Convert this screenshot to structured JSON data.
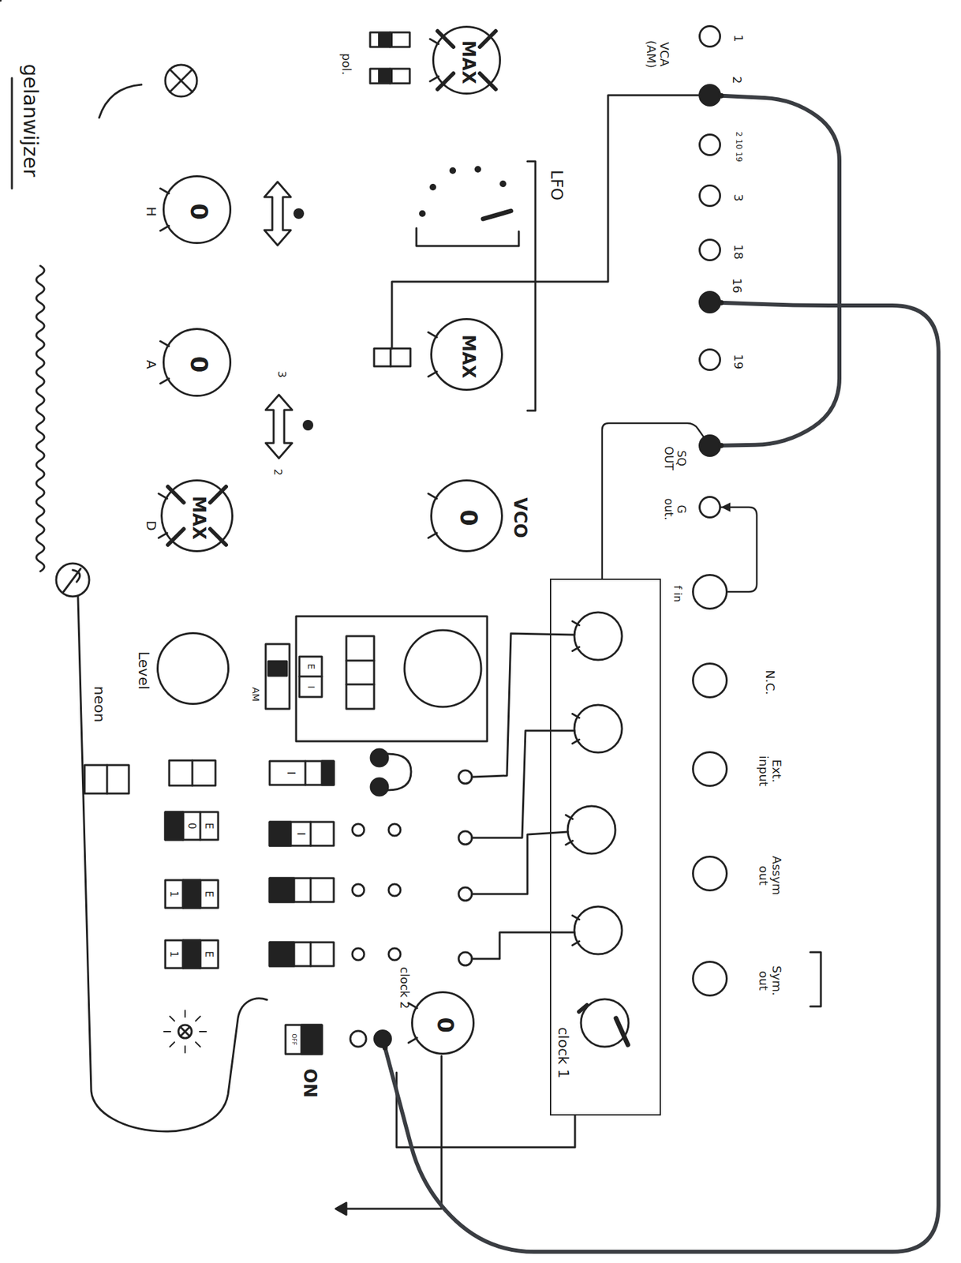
{
  "diagram": {
    "nodes": [
      {
        "text": [
          "1"
        ]
      },
      {
        "text": [
          "2"
        ]
      },
      {
        "text": [
          "2 10 19"
        ]
      },
      {
        "text": [
          "3"
        ]
      },
      {
        "text": [
          "18"
        ]
      },
      {
        "text": [
          "16"
        ]
      },
      {
        "text": [
          "19"
        ]
      },
      {
        "text": [
          "SQ OUT"
        ]
      },
      {
        "text": [
          "G out."
        ]
      },
      {
        "text": [
          "f in"
        ]
      },
      {
        "text": [
          "N.C."
        ]
      },
      {
        "text": [
          "Ext. input"
        ]
      },
      {
        "text": [
          "Assym out"
        ]
      },
      {
        "text": [
          "Sym. out"
        ]
      },
      {
        "text": [
          "clock 1"
        ]
      },
      {
        "text": [
          "MAX"
        ]
      },
      {
        "text": [
          "MAX"
        ]
      },
      {
        "text": [
          "0",
          "VCO"
        ]
      },
      {
        "text": [
          "0",
          "H"
        ]
      },
      {
        "text": [
          "0",
          "A"
        ]
      },
      {
        "text": [
          "MAX",
          "D"
        ]
      },
      {
        "text": [
          "Level"
        ]
      },
      {
        "text": [
          "0"
        ]
      },
      {
        "text": [
          "clock 2"
        ]
      }
    ],
    "edges": [
      {
        "from": 1,
        "to": 7,
        "arrow": "none"
      },
      {
        "from": 5,
        "to": 23,
        "arrow": "none"
      },
      {
        "from": 7,
        "to": 14,
        "arrow": "none"
      },
      {
        "from": 9,
        "to": 8,
        "arrow": "to"
      }
    ],
    "labels": [
      "VCA (AM)",
      "LFO",
      "pol.",
      "gelanwijzer",
      "3",
      "2",
      "E",
      "I",
      "AM",
      "neon",
      "I",
      "I",
      "0",
      "E",
      "1",
      "E",
      "1",
      "E",
      "OFF",
      "ON"
    ]
  }
}
